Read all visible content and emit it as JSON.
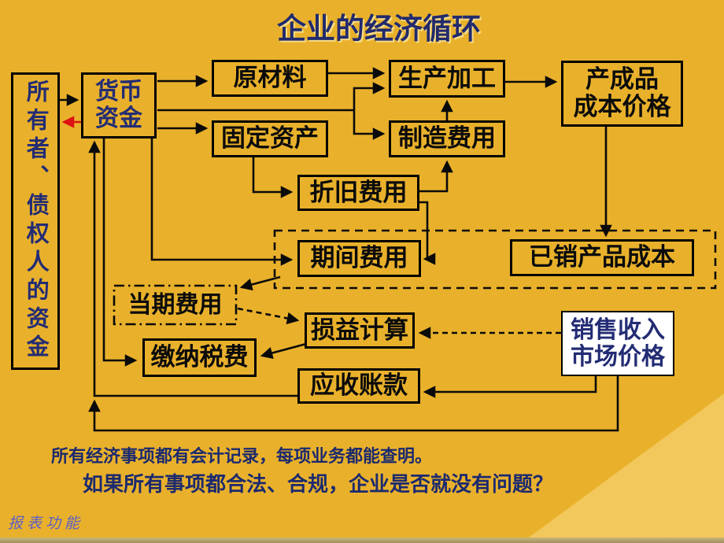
{
  "title": "企业的经济循环",
  "nodes": {
    "owner_funds": {
      "label": "所有者、债权人的资金"
    },
    "money_funds": {
      "line1": "货币",
      "line2": "资金"
    },
    "raw_materials": {
      "label": "原材料"
    },
    "production": {
      "label": "生产加工"
    },
    "finished_goods": {
      "line1": "产成品",
      "line2": "成本价格"
    },
    "fixed_assets": {
      "label": "固定资产"
    },
    "manufacturing_overhead": {
      "label": "制造费用"
    },
    "depreciation": {
      "label": "折旧费用"
    },
    "period_expenses": {
      "label": "期间费用"
    },
    "cost_of_goods_sold": {
      "label": "已销产品成本"
    },
    "current_expenses": {
      "label": "当期费用"
    },
    "profit_loss": {
      "label": "损益计算"
    },
    "tax_payment": {
      "label": "缴纳税费"
    },
    "sales_revenue": {
      "line1": "销售收入",
      "line2": "市场价格"
    },
    "receivables": {
      "label": "应收账款"
    }
  },
  "notes": {
    "line1": "所有经济事项都有会计记录，每项业务都能查明。",
    "line2": "如果所有事项都合法、合规，企业是否就没有问题？"
  },
  "watermark": "报表功能",
  "colors": {
    "background": "#e9b12b",
    "background_light": "#f2c85c",
    "title_navy": "#222a6d",
    "box_border": "#000000",
    "red_arrow": "#de1212",
    "sales_box_fill": "#ffffff",
    "watermark_purple": "#5c5fc8"
  }
}
